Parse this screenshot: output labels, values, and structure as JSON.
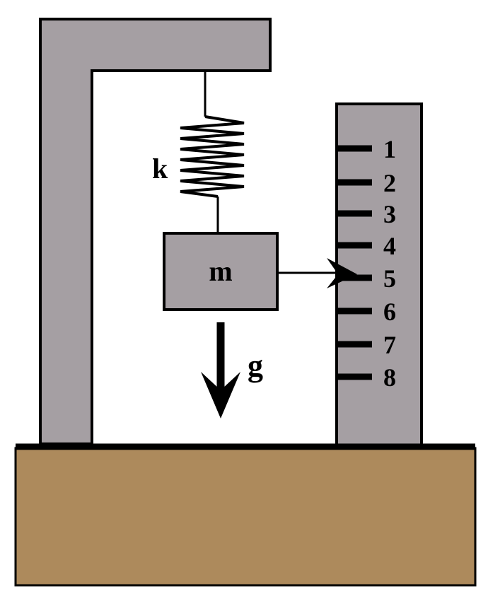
{
  "labels": {
    "spring_constant": "k",
    "mass": "m",
    "gravity": "g"
  },
  "scale": {
    "ticks": [
      "1",
      "2",
      "3",
      "4",
      "5",
      "6",
      "7",
      "8"
    ],
    "pointer_reading": 5
  },
  "colors": {
    "frame": "#a59fa3",
    "ruler": "#a59fa3",
    "mass": "#a59fa3",
    "ground": "#ad8a5c",
    "line": "#000000"
  }
}
